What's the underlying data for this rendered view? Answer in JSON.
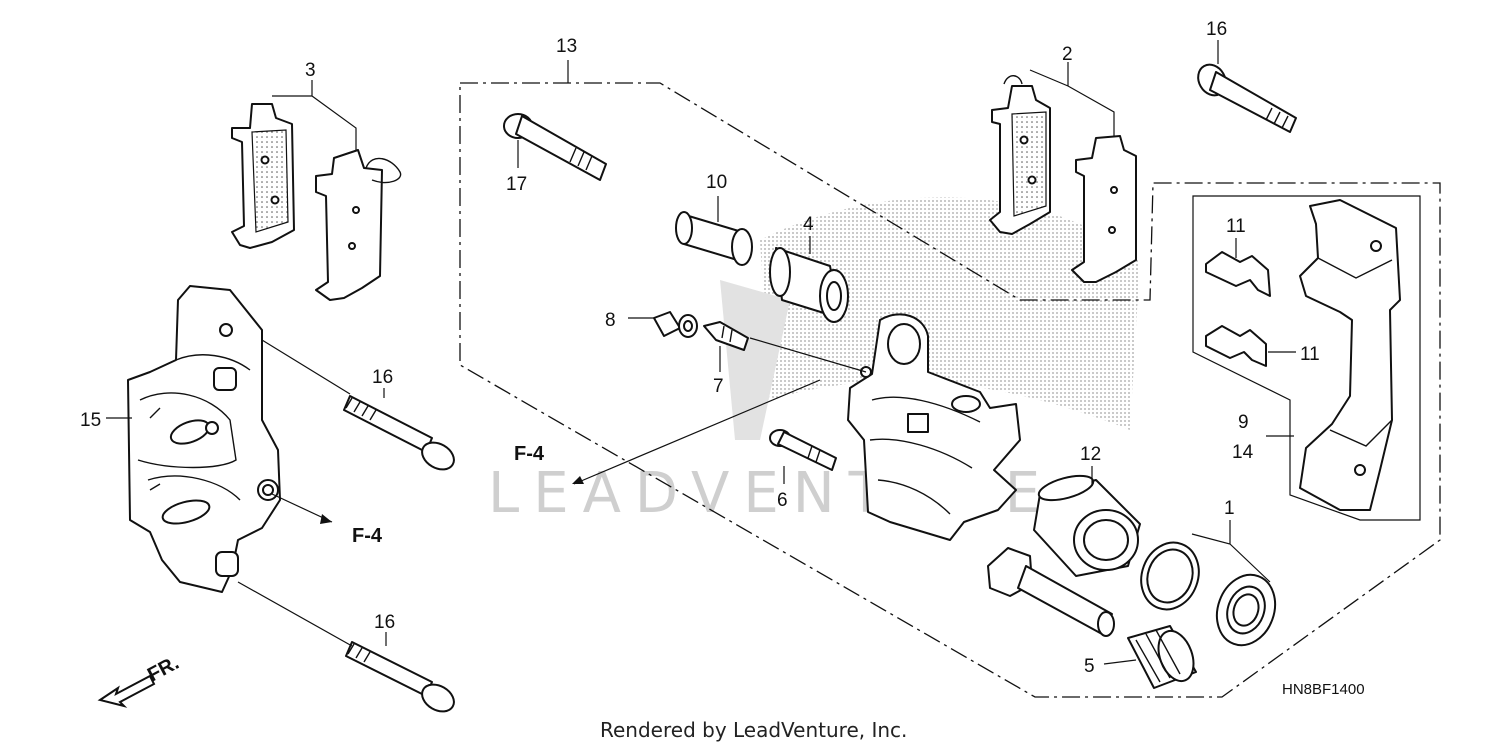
{
  "diagram": {
    "drawing_code": "HN8BF1400",
    "footer": "Rendered by LeadVenture, Inc.",
    "watermark": "LEADVENTURE",
    "front_marker": "FR.",
    "refs": {
      "f4_a": "F-4",
      "f4_b": "F-4"
    },
    "callouts": {
      "c1": "1",
      "c2": "2",
      "c3": "3",
      "c4": "4",
      "c5": "5",
      "c6": "6",
      "c7": "7",
      "c8": "8",
      "c9": "9",
      "c10": "10",
      "c11a": "11",
      "c11b": "11",
      "c12": "12",
      "c13": "13",
      "c14": "14",
      "c15": "15",
      "c16a": "16",
      "c16b": "16",
      "c16c": "16",
      "c17": "17"
    }
  }
}
